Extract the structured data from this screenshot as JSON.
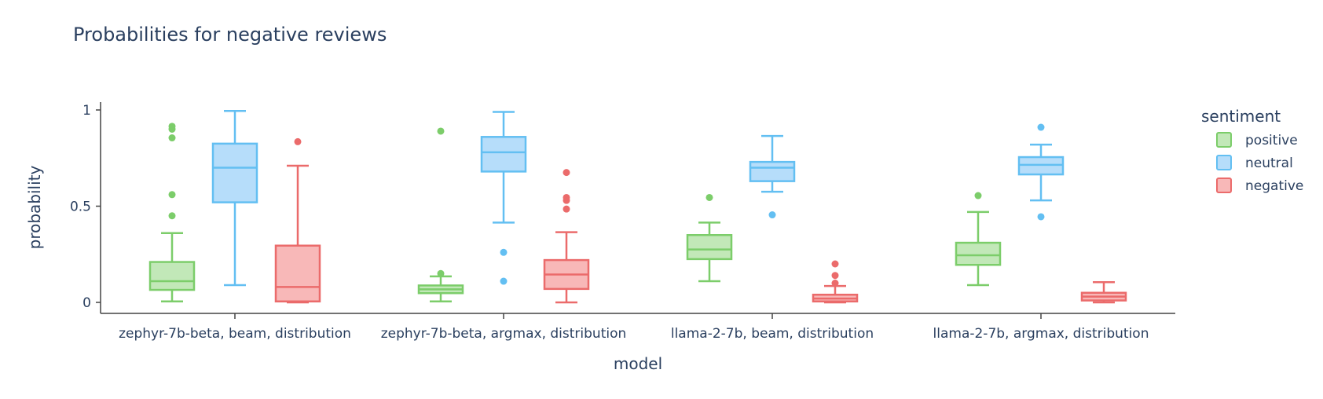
{
  "chart_data": {
    "type": "box",
    "title": "Probabilities for negative reviews",
    "xlabel": "model",
    "ylabel": "probability",
    "ylim": [
      -0.05,
      1.05
    ],
    "yticks": [
      0,
      0.5,
      1
    ],
    "ytick_labels": [
      "0",
      "0.5",
      "1"
    ],
    "grid": false,
    "categories": [
      "zephyr-7b-beta, beam, distribution",
      "zephyr-7b-beta, argmax, distribution",
      "llama-2-7b, beam, distribution",
      "llama-2-7b, argmax, distribution"
    ],
    "legend": {
      "title": "sentiment",
      "position": "right"
    },
    "series": [
      {
        "name": "positive",
        "color": "#7ccd6a",
        "fill": "#c2e8b8",
        "boxes": [
          {
            "min": 0.005,
            "q1": 0.065,
            "median": 0.11,
            "q3": 0.21,
            "max": 0.36,
            "outliers": [
              0.45,
              0.56,
              0.855,
              0.9,
              0.915
            ]
          },
          {
            "min": 0.005,
            "q1": 0.048,
            "median": 0.068,
            "q3": 0.088,
            "max": 0.135,
            "outliers": [
              0.15,
              0.89
            ]
          },
          {
            "min": 0.11,
            "q1": 0.225,
            "median": 0.275,
            "q3": 0.35,
            "max": 0.415,
            "outliers": [
              0.545
            ]
          },
          {
            "min": 0.09,
            "q1": 0.195,
            "median": 0.245,
            "q3": 0.31,
            "max": 0.47,
            "outliers": [
              0.555
            ]
          }
        ]
      },
      {
        "name": "neutral",
        "color": "#63bff2",
        "fill": "#b6ddfa",
        "boxes": [
          {
            "min": 0.09,
            "q1": 0.52,
            "median": 0.7,
            "q3": 0.825,
            "max": 0.995,
            "outliers": []
          },
          {
            "min": 0.415,
            "q1": 0.68,
            "median": 0.78,
            "q3": 0.86,
            "max": 0.99,
            "outliers": [
              0.11,
              0.26
            ]
          },
          {
            "min": 0.575,
            "q1": 0.63,
            "median": 0.7,
            "q3": 0.73,
            "max": 0.865,
            "outliers": [
              0.455
            ]
          },
          {
            "min": 0.53,
            "q1": 0.665,
            "median": 0.715,
            "q3": 0.755,
            "max": 0.82,
            "outliers": [
              0.445,
              0.91
            ]
          }
        ]
      },
      {
        "name": "negative",
        "color": "#eb6b6b",
        "fill": "#f8b8b8",
        "boxes": [
          {
            "min": 0.0,
            "q1": 0.005,
            "median": 0.08,
            "q3": 0.295,
            "max": 0.71,
            "outliers": [
              0.835
            ]
          },
          {
            "min": 0.0,
            "q1": 0.07,
            "median": 0.145,
            "q3": 0.22,
            "max": 0.365,
            "outliers": [
              0.485,
              0.53,
              0.545,
              0.675
            ]
          },
          {
            "min": 0.0,
            "q1": 0.005,
            "median": 0.02,
            "q3": 0.04,
            "max": 0.085,
            "outliers": [
              0.1,
              0.14,
              0.2
            ]
          },
          {
            "min": 0.0,
            "q1": 0.01,
            "median": 0.03,
            "q3": 0.05,
            "max": 0.105,
            "outliers": []
          }
        ]
      }
    ]
  }
}
